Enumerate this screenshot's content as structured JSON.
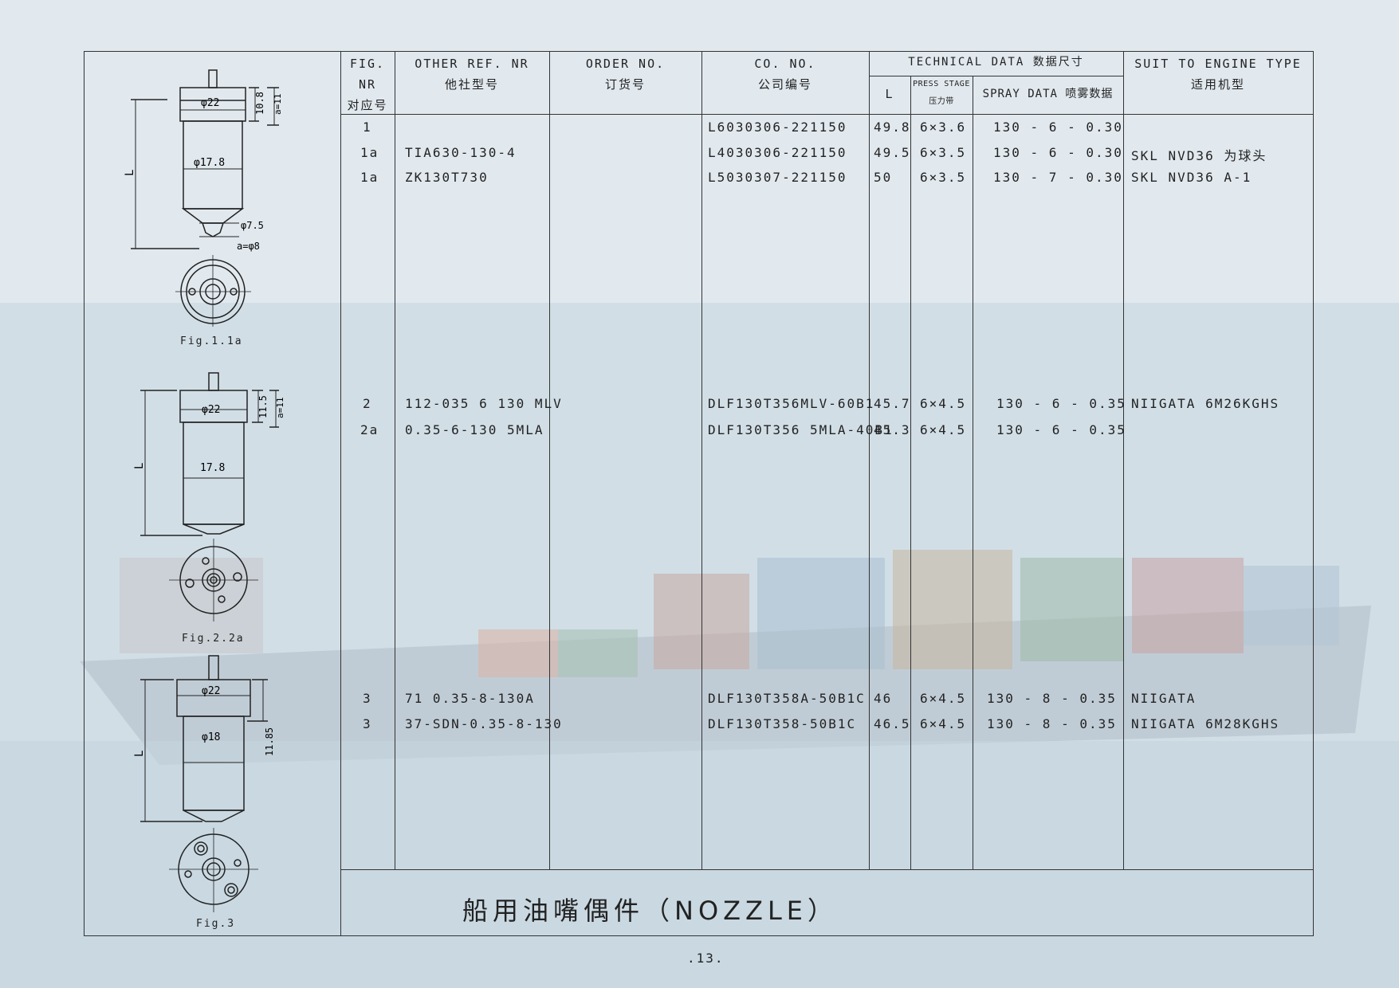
{
  "headers": {
    "fig_nr": "FIG. NR",
    "fig_nr_cn": "对应号",
    "other_ref": "OTHER REF. NR",
    "other_ref_cn": "他社型号",
    "order_no": "ORDER NO.",
    "order_no_cn": "订货号",
    "co_no": "CO. NO.",
    "co_no_cn": "公司编号",
    "technical": "TECHNICAL DATA  数据尺寸",
    "l": "L",
    "press_stage": "PRESS STAGE",
    "press_stage_cn": "压力带",
    "spray": "SPRAY DATA 喷雾数据",
    "suit": "SUIT TO ENGINE TYPE",
    "suit_cn": "适用机型"
  },
  "rows": [
    {
      "fig": "1",
      "ref": "",
      "co": "L6030306-221150",
      "l": "49.8",
      "press": "6×3.6",
      "spray": "130 - 6 - 0.30",
      "suit": ""
    },
    {
      "fig": "1a",
      "ref": "TIA630-130-4",
      "co": "L4030306-221150",
      "l": "49.5",
      "press": "6×3.5",
      "spray": "130 - 6 - 0.30",
      "suit": "SKL NVD36 为球头"
    },
    {
      "fig": "1a",
      "ref": "ZK130T730",
      "co": "L5030307-221150",
      "l": "50",
      "press": "6×3.5",
      "spray": "130 - 7 - 0.30",
      "suit": "SKL NVD36 A-1"
    },
    {
      "fig": "2",
      "ref": "112-035 6 130 MLV",
      "co": "DLF130T356MLV-60B1",
      "l": "45.7",
      "press": "6×4.5",
      "spray": "130 - 6 - 0.35",
      "suit": "NIIGATA 6M26KGHS"
    },
    {
      "fig": "2a",
      "ref": "0.35-6-130 5MLA",
      "co": "DLF130T356 5MLA-40B1",
      "l": "45.3",
      "press": "6×4.5",
      "spray": "130 - 6 - 0.35",
      "suit": ""
    },
    {
      "fig": "3",
      "ref": "71 0.35-8-130A",
      "co": "DLF130T358A-50B1C",
      "l": "46",
      "press": "6×4.5",
      "spray": "130 - 8 - 0.35",
      "suit": "NIIGATA"
    },
    {
      "fig": "3",
      "ref": "37-SDN-0.35-8-130",
      "co": "DLF130T358-50B1C",
      "l": "46.5",
      "press": "6×4.5",
      "spray": "130 - 8 - 0.35",
      "suit": "NIIGATA 6M28KGHS"
    }
  ],
  "figures": {
    "fig1": {
      "label": "Fig.1.1a",
      "d1": "φ22",
      "d2": "φ17.8",
      "d3": "φ7.5",
      "a_dia": "a=φ8",
      "h": "10.8",
      "a": "a=11",
      "l": "L"
    },
    "fig2": {
      "label": "Fig.2.2a",
      "d1": "φ22",
      "d2": "17.8",
      "h": "11.5",
      "a": "a=11",
      "l": "L"
    },
    "fig3": {
      "label": "Fig.3",
      "d1": "φ22",
      "d2": "φ18",
      "h": "11.85",
      "l": "L"
    }
  },
  "footer": {
    "title": "船用油嘴偶件（NOZZLE）",
    "page": ".13."
  }
}
